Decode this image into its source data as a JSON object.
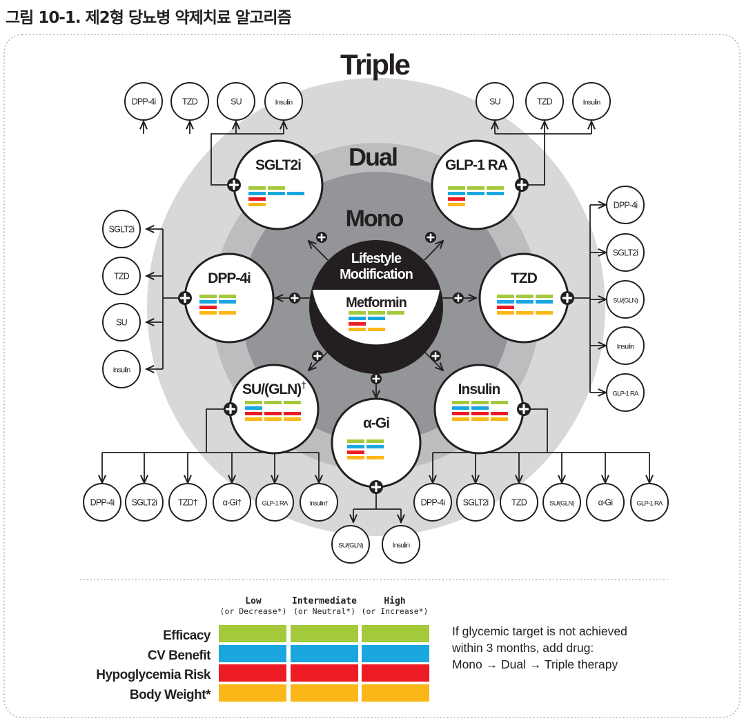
{
  "title": "그림 10-1. 제2형 당뇨병 약제치료 알고리즘",
  "rings": {
    "triple": "Triple",
    "dual": "Dual",
    "mono": "Mono"
  },
  "center": {
    "lifestyle": [
      "Lifestyle",
      "Modification"
    ],
    "metformin": "Metformin"
  },
  "colors": {
    "efficacy": "#a4c93a",
    "cv_benefit": "#1aa7e0",
    "hypoglycemia": "#ed1c24",
    "body_weight": "#fbb718",
    "center_dark": "#231f20"
  },
  "drugs": {
    "sglt2i": "SGLT2i",
    "glp1ra": "GLP-1 RA",
    "dpp4i": "DPP-4i",
    "tzd": "TZD",
    "su": "SU/(GLN)",
    "su_dagger": "†",
    "insulin": "Insulin",
    "agi": "α-Gi"
  },
  "options": {
    "sglt2i": [
      "DPP-4i",
      "TZD",
      "SU",
      "Insulin"
    ],
    "glp1ra": [
      "SU",
      "TZD",
      "Insulin"
    ],
    "dpp4i": [
      "SGLT2i",
      "TZD",
      "SU",
      "Insulin"
    ],
    "tzd": [
      "DPP-4i",
      "SGLT2i",
      "SU/(GLN)",
      "Insulin",
      "GLP-1 RA"
    ],
    "su": [
      "DPP-4i",
      "SGLT2i",
      "TZD†",
      "α-Gi†",
      "GLP-1 RA",
      "Insulin†"
    ],
    "agi": [
      "SU/(GLN)",
      "Insulin"
    ],
    "insulin": [
      "DPP-4i",
      "SGLT2i",
      "TZD",
      "SU/(GLN)",
      "α-Gi",
      "GLP-1 RA"
    ]
  },
  "legend": {
    "headers": [
      {
        "main": "Low",
        "sub": "(or Decrease*)"
      },
      {
        "main": "Intermediate",
        "sub": "(or Neutral*)"
      },
      {
        "main": "High",
        "sub": "(or Increase*)"
      }
    ],
    "rows": [
      "Efficacy",
      "CV Benefit",
      "Hypoglycemia Risk",
      "Body Weight*"
    ],
    "note": [
      "If glycemic target is not achieved",
      "within 3 months, add drug:",
      "Mono → Dual  → Triple therapy"
    ]
  }
}
